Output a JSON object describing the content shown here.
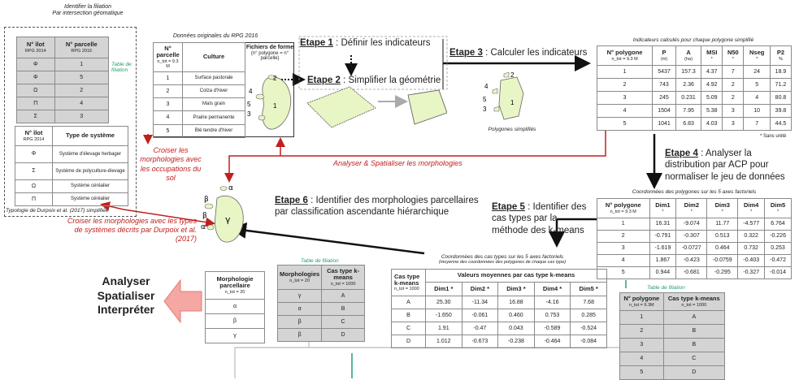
{
  "colors": {
    "red": "#c0201e",
    "green": "#22a06b",
    "grey": "#d4d4d4",
    "parcel": "#e8f5c4",
    "pink_arrow": "#f4a7a3"
  },
  "filiation_top": {
    "title": "Identifier la filiation",
    "subtitle": "Par intersection géomatique",
    "headers": [
      {
        "label": "N° îlot",
        "sub": "RPG 2014"
      },
      {
        "label": "N° parcelle",
        "sub": "RPG 2016"
      }
    ],
    "rows": [
      [
        "Φ",
        "1"
      ],
      [
        "Φ",
        "5"
      ],
      [
        "Ω",
        "2"
      ],
      [
        "Π",
        "4"
      ],
      [
        "Σ",
        "3"
      ]
    ],
    "side_label": "Table de filiation"
  },
  "systems_table": {
    "headers": [
      {
        "label": "N° îlot",
        "sub": "RPG 2014"
      },
      {
        "label": "Type de système",
        "sub": ""
      }
    ],
    "rows": [
      [
        "Φ",
        "Système d'élevage herbager"
      ],
      [
        "Σ",
        "Système de polyculture-élevage"
      ],
      [
        "Ω",
        "Système céréalier"
      ],
      [
        "Π",
        "Système céréalier"
      ]
    ],
    "caption": "Typologie de Durpoix et al. (2017) simplifiée"
  },
  "rpg_table": {
    "title": "Données originales du RPG 2016",
    "headers": [
      {
        "label": "N° parcelle",
        "sub": "n_tot = 9.3 M"
      },
      {
        "label": "Culture",
        "sub": ""
      },
      {
        "label": "Fichiers de forme",
        "sub": "(n° polygone = n° parcelle)"
      }
    ],
    "rows": [
      [
        "1",
        "Surface pastorale"
      ],
      [
        "2",
        "Colza d'hiver"
      ],
      [
        "3",
        "Maïs grain"
      ],
      [
        "4",
        "Prairie permanente"
      ],
      [
        "5",
        "Blé tendre d'hiver"
      ]
    ],
    "map_labels": [
      "1",
      "2",
      "3",
      "4",
      "5"
    ]
  },
  "steps": {
    "e1": {
      "tag": "Etape 1",
      "text": " : Définir les indicateurs"
    },
    "e2": {
      "tag": "Etape 2",
      "text": " : Simplifier la géométrie"
    },
    "e3": {
      "tag": "Etape 3",
      "text": " : Calculer les indicateurs"
    },
    "e4": {
      "tag": "Etape 4",
      "text": " : Analyser la distribution par ACP pour normaliser le jeu de données"
    },
    "e5": {
      "tag": "Etape 5",
      "text": " : Identifier des cas types par la méthode des k-means"
    },
    "e6": {
      "tag": "Etape 6",
      "text": " : Identifier des morphologies parcellaires par classification ascendante hiérarchique"
    }
  },
  "simplified_caption": "Polygones simplifiés",
  "indicators": {
    "title": "Indicateurs calculés pour chaque polygone simplifié",
    "headers": [
      {
        "label": "N° polygone",
        "sub": "n_tot = 9.3 M"
      },
      {
        "label": "P",
        "sub": "(m)"
      },
      {
        "label": "A",
        "sub": "(ha)"
      },
      {
        "label": "MSI",
        "sub": "*"
      },
      {
        "label": "N50",
        "sub": "*"
      },
      {
        "label": "Nseg",
        "sub": "*"
      },
      {
        "label": "P2",
        "sub": "%"
      }
    ],
    "rows": [
      [
        "1",
        "5437",
        "157.3",
        "4.37",
        "7",
        "24",
        "18.9"
      ],
      [
        "2",
        "743",
        "2.36",
        "4.92",
        "2",
        "5",
        "71.2"
      ],
      [
        "3",
        "245",
        "0.231",
        "5.09",
        "2",
        "4",
        "80.8"
      ],
      [
        "4",
        "1504",
        "7.95",
        "5.38",
        "3",
        "10",
        "39.8"
      ],
      [
        "5",
        "1041",
        "6.83",
        "4.03",
        "3",
        "7",
        "44.5"
      ]
    ],
    "note": "* Sans unité"
  },
  "pca": {
    "title": "Coordonnées des polygones sur les 5 axes factoriels",
    "headers": [
      {
        "label": "N° polygone",
        "sub": "n_tot = 9.3 M"
      },
      {
        "label": "Dim1",
        "sub": "*"
      },
      {
        "label": "Dim2",
        "sub": "*"
      },
      {
        "label": "Dim3",
        "sub": "*"
      },
      {
        "label": "Dim4",
        "sub": "*"
      },
      {
        "label": "Dim5",
        "sub": "*"
      }
    ],
    "rows": [
      [
        "1",
        "16.31",
        "-9.074",
        "11.77",
        "-4.577",
        "6.764"
      ],
      [
        "2",
        "-0.791",
        "-0.307",
        "0.513",
        "0.322",
        "-0.226"
      ],
      [
        "3",
        "-1.619",
        "-0.0727",
        "0.464",
        "0.732",
        "0.253"
      ],
      [
        "4",
        "1.867",
        "-0.423",
        "-0.0759",
        "-0.403",
        "-0.472"
      ],
      [
        "5",
        "0.944",
        "-0.681",
        "-0.295",
        "-0.327",
        "-0.014"
      ]
    ]
  },
  "kmeans_fil": {
    "label": "Table de filiation",
    "headers": [
      {
        "label": "N° polygone",
        "sub": "n_tot = 9.3M"
      },
      {
        "label": "Cas type k-means",
        "sub": "n_tot = 1000"
      }
    ],
    "rows": [
      [
        "1",
        "A"
      ],
      [
        "2",
        "B"
      ],
      [
        "3",
        "B"
      ],
      [
        "4",
        "C"
      ],
      [
        "5",
        "D"
      ]
    ]
  },
  "casetypes": {
    "title": "Coordonnées des cas types sur les 5 axes factoriels",
    "subtitle": "(moyenne des coordonnées des polygones de chaque cas type)",
    "col0": {
      "label": "Cas type k-means",
      "sub": "n_tot = 1000"
    },
    "group": "Valeurs moyennes par cas type k-means",
    "dims": [
      "Dim1 *",
      "Dim2 *",
      "Dim3 *",
      "Dim4 *",
      "Dim5 *"
    ],
    "rows": [
      [
        "A",
        "25.30",
        "-11.34",
        "16.88",
        "-4.16",
        "7.68"
      ],
      [
        "B",
        "-1.650",
        "-0.061",
        "0.460",
        "0.753",
        "0.285"
      ],
      [
        "C",
        "1.91",
        "-0.47",
        "0.043",
        "-0.589",
        "-0.524"
      ],
      [
        "D",
        "1.012",
        "-0.673",
        "-0.238",
        "-0.464",
        "-0.084"
      ]
    ]
  },
  "morph_fil": {
    "label": "Table de filiation",
    "headers": [
      {
        "label": "Morphologies",
        "sub": "n_tot = 20"
      },
      {
        "label": "Cas type k-means",
        "sub": "n_tot = 1000"
      }
    ],
    "rows": [
      [
        "γ",
        "A"
      ],
      [
        "α",
        "B"
      ],
      [
        "β",
        "C"
      ],
      [
        "β",
        "D"
      ]
    ]
  },
  "morph_table": {
    "headers": [
      {
        "label": "Morphologie parcellaire",
        "sub": "n_tot = 20"
      }
    ],
    "rows": [
      [
        "α"
      ],
      [
        "β"
      ],
      [
        "γ"
      ]
    ]
  },
  "map_greek": [
    "α",
    "β",
    "β",
    "α",
    "γ"
  ],
  "final": {
    "l1": "Analyser",
    "l2": "Spatialiser",
    "l3": "Interpréter"
  },
  "red_labels": {
    "croiser_occ": "Croiser les morphologies avec les occupations du sol",
    "analyser": "Analyser & Spatialiser  les morphologies",
    "croiser_sys": "Croiser les morphologies avec les types de systèmes décrits par Durpoix et al. (2017)"
  }
}
